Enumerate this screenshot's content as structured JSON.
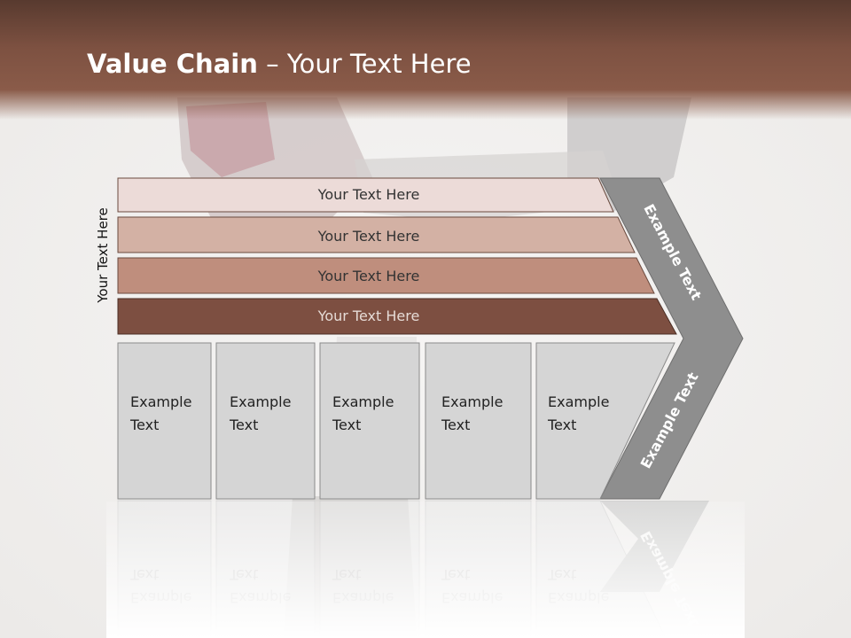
{
  "title": {
    "bold": "Value Chain",
    "rest": " – Your Text Here"
  },
  "side_label": "Your Text Here",
  "bands": [
    {
      "label": "Your Text Here",
      "fill": "#ecdbd8",
      "text_color": "#333333"
    },
    {
      "label": "Your Text Here",
      "fill": "#d3b1a4",
      "text_color": "#333333"
    },
    {
      "label": "Your Text Here",
      "fill": "#bf8e7d",
      "text_color": "#333333"
    },
    {
      "label": "Your Text Here",
      "fill": "#7d4f41",
      "text_color": "#e6dbd6"
    }
  ],
  "activities": [
    {
      "line1": "Example",
      "line2": "Text"
    },
    {
      "line1": "Example",
      "line2": "Text"
    },
    {
      "line1": "Example",
      "line2": "Text"
    },
    {
      "line1": "Example",
      "line2": "Text"
    },
    {
      "line1": "Example",
      "line2": "Text"
    }
  ],
  "chevron": {
    "upper_label": "Example Text",
    "lower_label": "Example Text",
    "fill": "#8e8e8e"
  },
  "colors": {
    "header": "#7d5141",
    "box_fill": "#d5d5d5",
    "box_border": "#8a8a8a"
  }
}
